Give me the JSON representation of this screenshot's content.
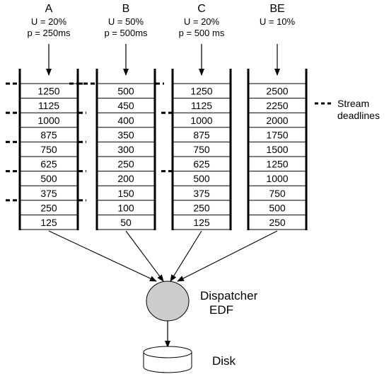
{
  "queues": [
    {
      "name": "A",
      "utilization": "U = 20%",
      "period": "p = 250ms",
      "values": [
        "1250",
        "1125",
        "1000",
        "875",
        "750",
        "625",
        "500",
        "375",
        "250",
        "125"
      ],
      "deadline_marks_after_row": [
        0,
        2,
        4,
        6,
        8
      ]
    },
    {
      "name": "B",
      "utilization": "U = 50%",
      "period": "p = 500ms",
      "values": [
        "500",
        "450",
        "400",
        "350",
        "300",
        "250",
        "200",
        "150",
        "100",
        "50"
      ],
      "deadline_marks_after_row": [
        0
      ]
    },
    {
      "name": "C",
      "utilization": "U = 20%",
      "period": "p = 500 ms",
      "values": [
        "1250",
        "1125",
        "1000",
        "875",
        "750",
        "625",
        "500",
        "375",
        "250",
        "125"
      ],
      "deadline_marks_after_row": [
        2,
        6
      ]
    },
    {
      "name": "BE",
      "utilization": "U = 10%",
      "period": "",
      "values": [
        "2500",
        "2250",
        "2000",
        "1750",
        "1500",
        "1250",
        "1000",
        "750",
        "500",
        "250"
      ],
      "deadline_marks_after_row": []
    }
  ],
  "legend": {
    "line1": "Stream",
    "line2": "deadlines"
  },
  "dispatcher": {
    "line1": "Dispatcher",
    "line2": "EDF"
  },
  "disk": {
    "label": "Disk"
  }
}
